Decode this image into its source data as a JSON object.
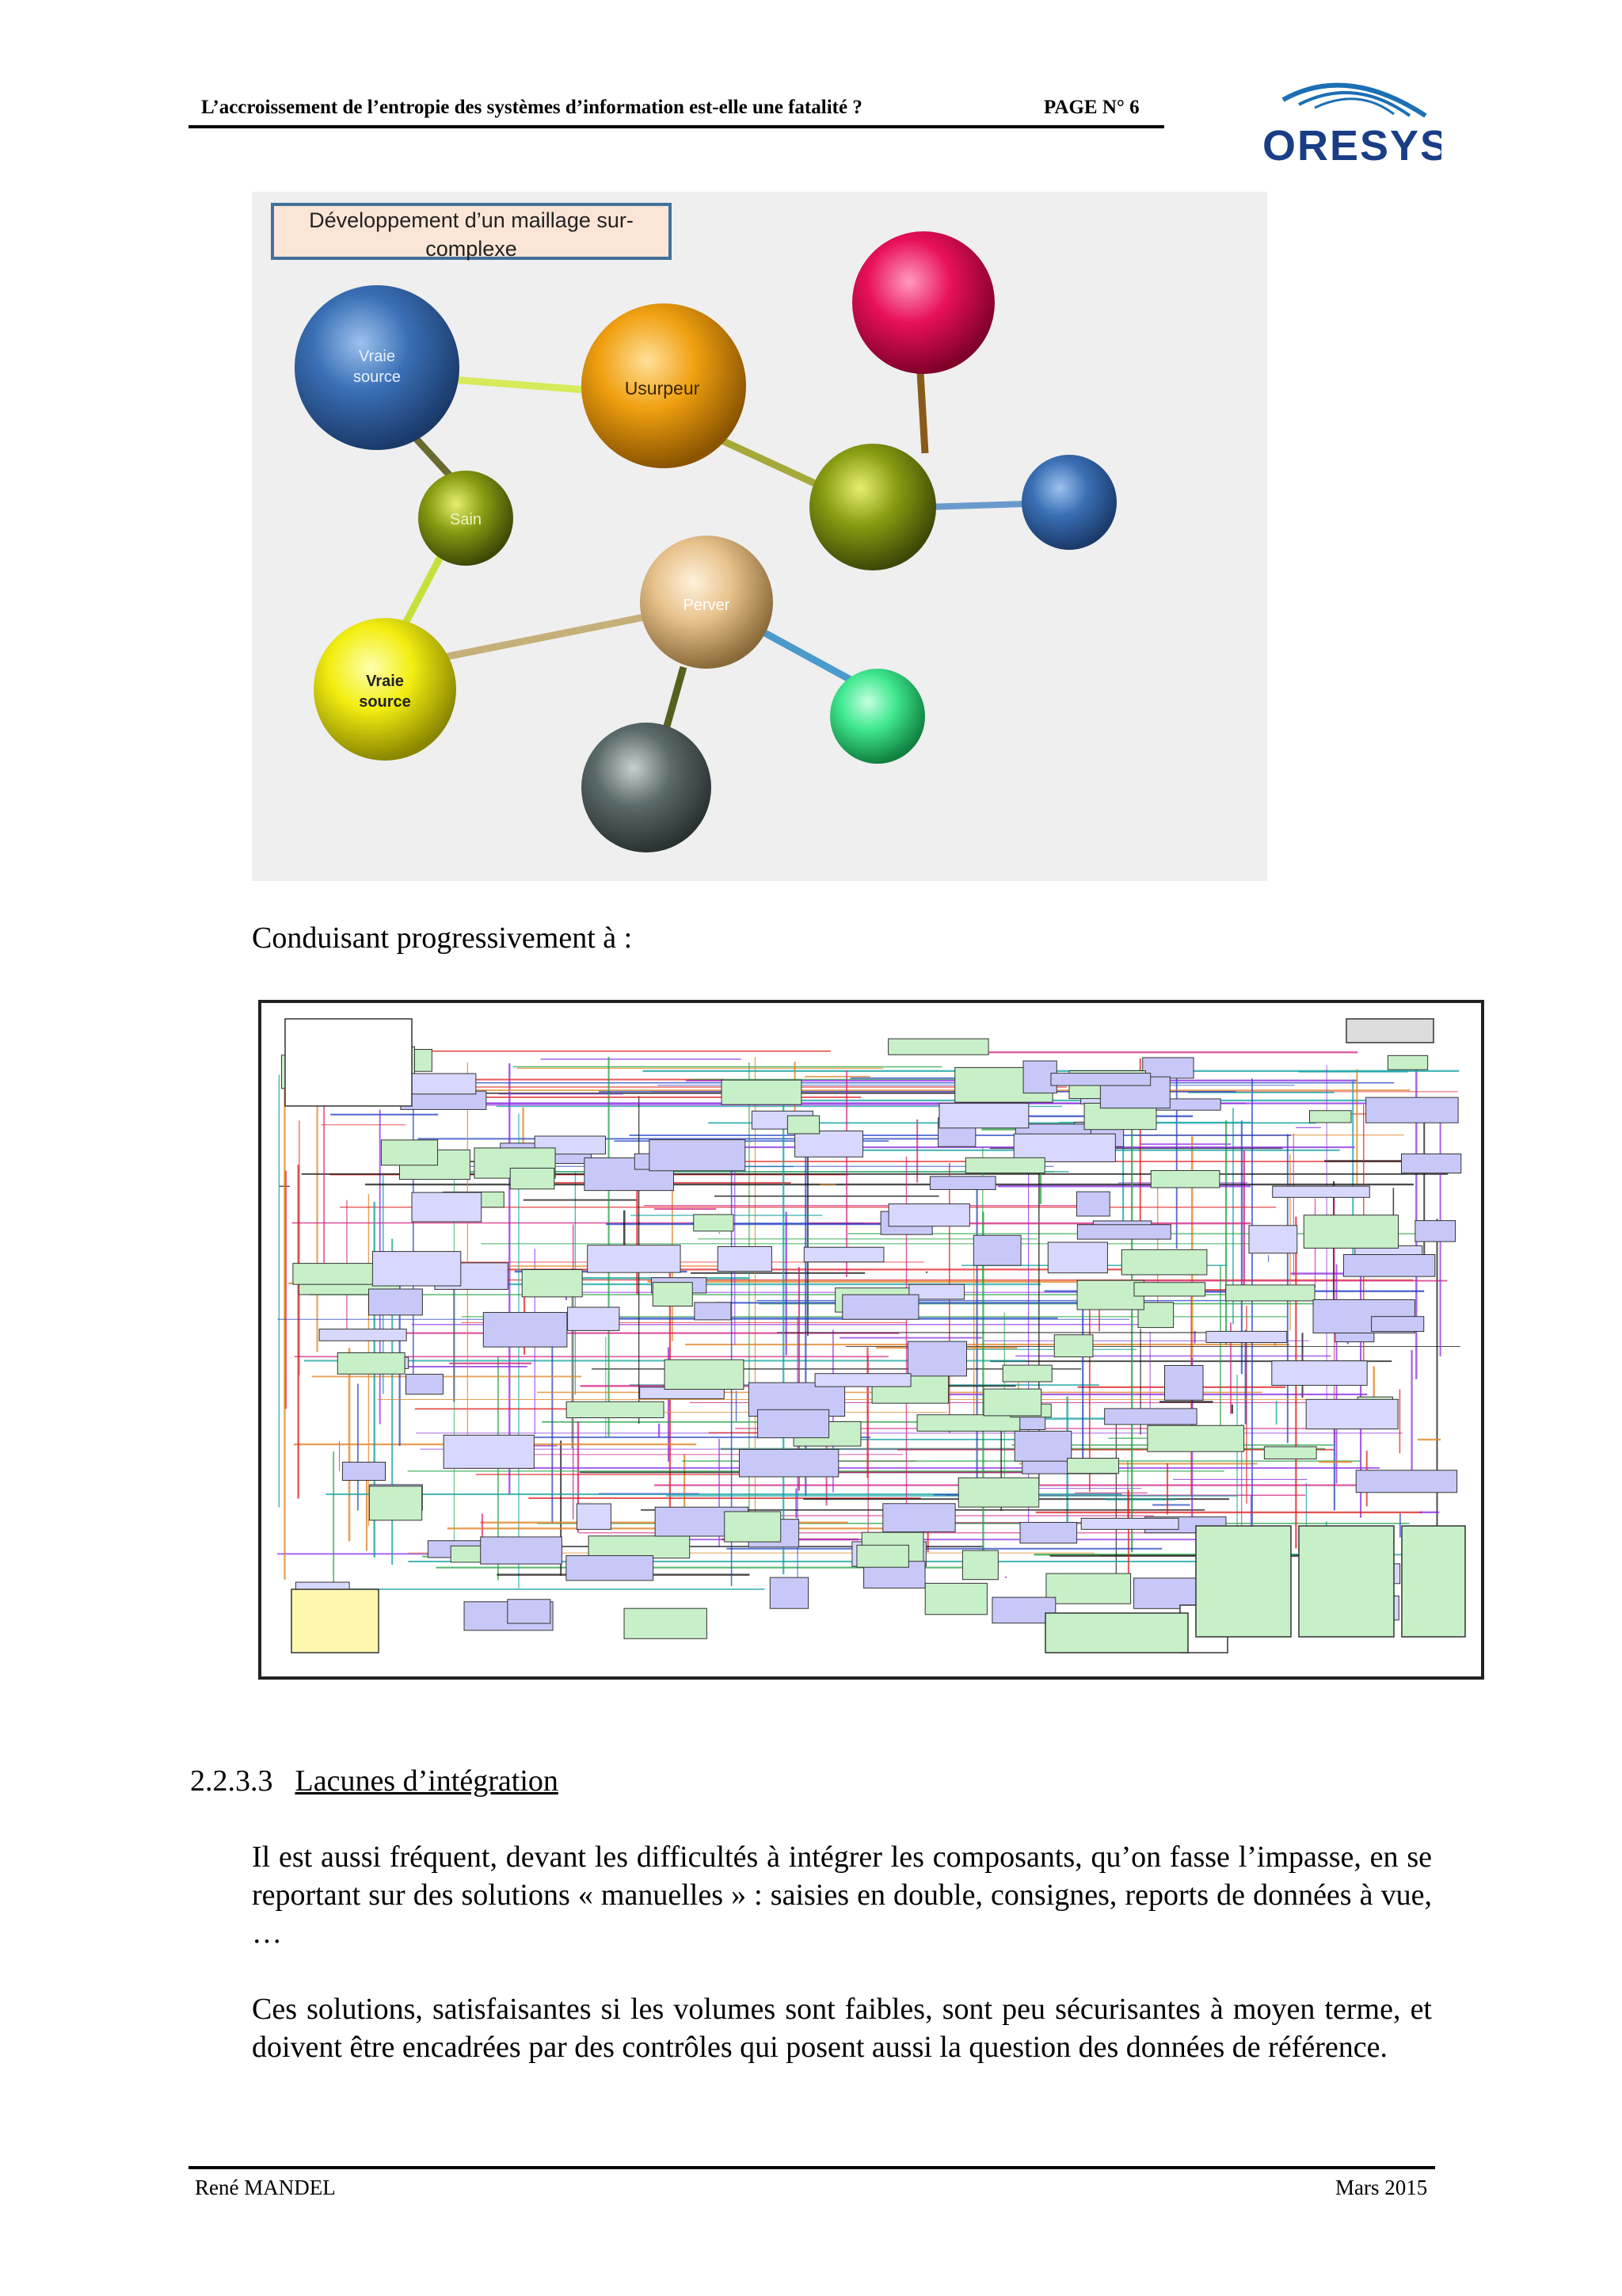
{
  "header": {
    "title": "L’accroissement de l’entropie des systèmes d’information est-elle une fatalité ?",
    "page_label": "PAGE N° 6",
    "logo_text": "ORESYS"
  },
  "figure1": {
    "caption": "Développement d’un maillage sur-complexe",
    "nodes": [
      {
        "id": "vraie-source-blue",
        "label_lines": [
          "Vraie",
          "source"
        ],
        "color": "#3a6fb5"
      },
      {
        "id": "usurpeur",
        "label_lines": [
          "Usurpeur"
        ],
        "color": "#f0a010"
      },
      {
        "id": "magenta",
        "label_lines": [],
        "color": "#e8105a"
      },
      {
        "id": "sain",
        "label_lines": [
          "Sain"
        ],
        "color": "#8a9c12"
      },
      {
        "id": "olive-hub",
        "label_lines": [],
        "color": "#8a9c12"
      },
      {
        "id": "small-blue",
        "label_lines": [],
        "color": "#3a6fb5"
      },
      {
        "id": "perver",
        "label_lines": [
          "Perver"
        ],
        "color": "#e8c28c"
      },
      {
        "id": "vraie-source-yellow",
        "label_lines": [
          "Vraie",
          "source"
        ],
        "color": "#f2ee10"
      },
      {
        "id": "mint",
        "label_lines": [],
        "color": "#40e890"
      },
      {
        "id": "slate",
        "label_lines": [],
        "color": "#5b6a6a"
      }
    ]
  },
  "lead_in": "Conduisant progressivement à :",
  "section": {
    "number": "2.2.3.3",
    "title": "Lacunes d’intégration"
  },
  "paragraphs": [
    "Il est aussi fréquent, devant les difficultés à intégrer les composants, qu’on fasse l’impasse, en se reportant sur des solutions « manuelles » : saisies en double, consignes, reports de données à vue, …",
    "Ces solutions, satisfaisantes si les volumes sont faibles, sont peu sécurisantes à moyen terme, et doivent être encadrées par des contrôles qui posent aussi la question des données de référence."
  ],
  "footer": {
    "author": "René MANDEL",
    "date": "Mars 2015"
  }
}
